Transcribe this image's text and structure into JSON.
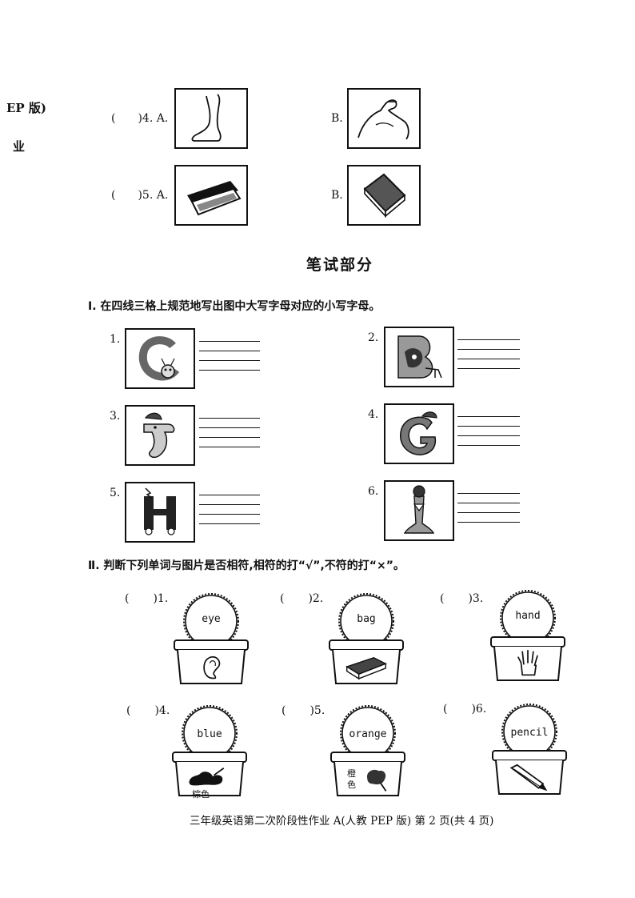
{
  "margin": {
    "edition_fragment": "EP 版)",
    "fragment_2": "业"
  },
  "listening_items": [
    {
      "prefix": "(",
      "suffix": ")4. A.",
      "option_b": "B.",
      "pic_a": "leg-icon",
      "pic_b": "arm-icon"
    },
    {
      "prefix": "(",
      "suffix": ")5. A.",
      "option_b": "B.",
      "pic_a": "pencil-box-icon",
      "pic_b": "eraser-icon"
    }
  ],
  "written_title": "笔试部分",
  "section1": {
    "instruction": "Ⅰ. 在四线三格上规范地写出图中大写字母对应的小写字母。",
    "items": [
      {
        "num": "1.",
        "letter": "C"
      },
      {
        "num": "2.",
        "letter": "B"
      },
      {
        "num": "3.",
        "letter": "J"
      },
      {
        "num": "4.",
        "letter": "G"
      },
      {
        "num": "5.",
        "letter": "H"
      },
      {
        "num": "6.",
        "letter": "I"
      }
    ]
  },
  "section2": {
    "instruction": "Ⅱ. 判断下列单词与图片是否相符,相符的打“√”,不符的打“×”。",
    "items": [
      {
        "num": ")1.",
        "word": "eye",
        "pic": "ear-icon",
        "caption": ""
      },
      {
        "num": ")2.",
        "word": "bag",
        "pic": "book-icon",
        "caption": ""
      },
      {
        "num": ")3.",
        "word": "hand",
        "pic": "hand-icon",
        "caption": ""
      },
      {
        "num": ")4.",
        "word": "blue",
        "pic": "paint-splash-icon",
        "caption": "棕色"
      },
      {
        "num": ")5.",
        "word": "orange",
        "pic": "paint-blob-icon",
        "caption": "橙色"
      },
      {
        "num": ")6.",
        "word": "pencil",
        "pic": "pen-icon",
        "caption": ""
      }
    ]
  },
  "footer": {
    "text": "三年级英语第二次阶段性作业 A(人教 PEP 版)    第 2 页(共 4 页)"
  }
}
